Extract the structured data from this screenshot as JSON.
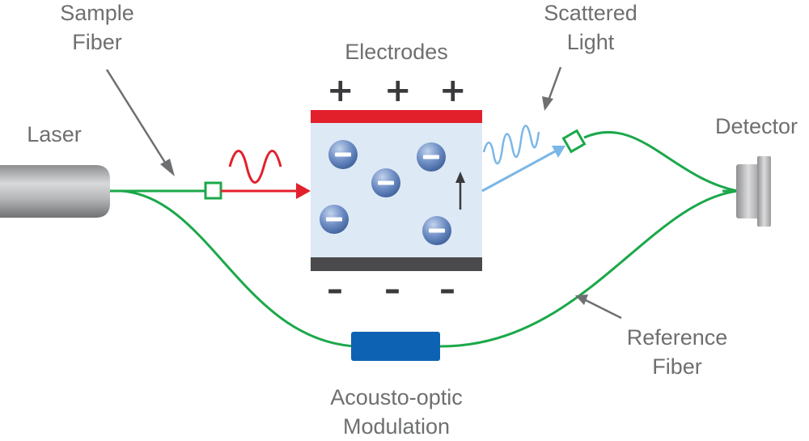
{
  "labels": {
    "sample_fiber": [
      "Sample",
      "Fiber"
    ],
    "scattered_light": [
      "Scattered",
      "Light"
    ],
    "electrodes": "Electrodes",
    "laser": "Laser",
    "detector": "Detector",
    "reference_fiber": [
      "Reference",
      "Fiber"
    ],
    "acousto_optic": [
      "Acousto-optic",
      "Modulation"
    ]
  },
  "electrode_signs": {
    "positive": [
      "+",
      "+",
      "+"
    ],
    "negative": [
      "–",
      "–",
      "–"
    ]
  },
  "particle_charge": "–",
  "colors": {
    "fiber": "#1ba84a",
    "laser_beam": "#e2202c",
    "scattered_beam": "#7ab7e6",
    "positive_plate": "#e2202c",
    "negative_plate": "#4a4a4c",
    "cell": "#dde9f5",
    "modulator": "#0d62b3",
    "pointer": "#6e6f71",
    "text": "#6e6f71"
  }
}
